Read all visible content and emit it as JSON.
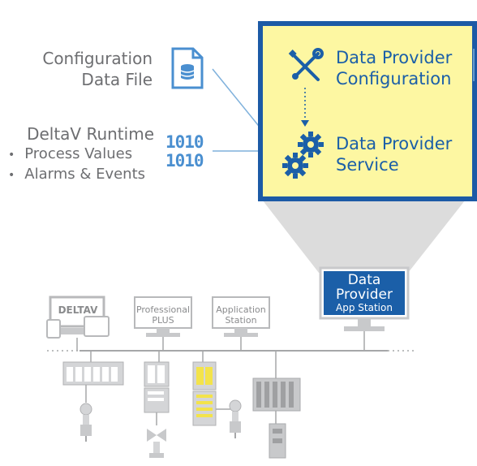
{
  "left": {
    "config_line1": "Configuration",
    "config_line2": "Data File",
    "runtime_title": "DeltaV Runtime",
    "bullets": [
      "Process Values",
      "Alarms & Events"
    ],
    "binary_line1": "1010",
    "binary_line2": "1010"
  },
  "panel": {
    "config_line1": "Data Provider",
    "config_line2": "Configuration",
    "service_line1": "Data Provider",
    "service_line2": "Service"
  },
  "monitors": {
    "deltav": "DELTAV",
    "professional_line1": "Professional",
    "professional_line2": "PLUS",
    "application_line1": "Application",
    "application_line2": "Station",
    "dp_line1": "Data",
    "dp_line2": "Provider",
    "dp_line3": "App Station"
  },
  "colors": {
    "panel_fill": "#fdf7a2",
    "panel_border": "#1c5aa6",
    "accent_blue": "#1b5fa8",
    "icon_blue": "#4a8fd0",
    "gray_text": "#6d6e71",
    "hardware_gray": "#c8c9cb"
  },
  "icons": [
    "document-database-icon",
    "binary-data-icon",
    "wrench-screwdriver-icon",
    "gear-icon",
    "gears-icon"
  ]
}
